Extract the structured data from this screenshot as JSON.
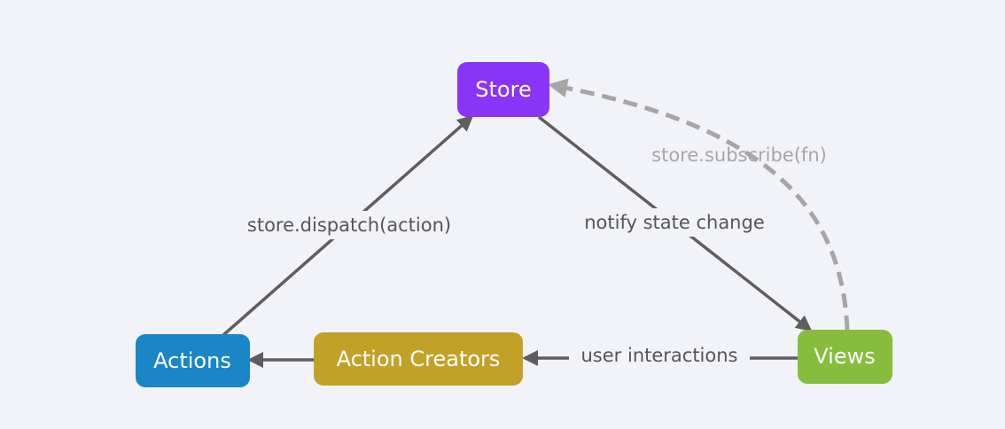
{
  "colors": {
    "background": "#f2f3f8",
    "store": "#8a35f5",
    "actions": "#1b86c6",
    "action_creators": "#c2a128",
    "views": "#86bd3c",
    "edge": "#5e5e5e",
    "edge_subscribe": "#a6a6a6"
  },
  "nodes": {
    "store": "Store",
    "actions": "Actions",
    "action_creators": "Action Creators",
    "views": "Views"
  },
  "edges": {
    "dispatch": "store.dispatch(action)",
    "notify": "notify state change",
    "subscribe": "store.subscribe(fn)",
    "user_interactions": "user interactions"
  }
}
